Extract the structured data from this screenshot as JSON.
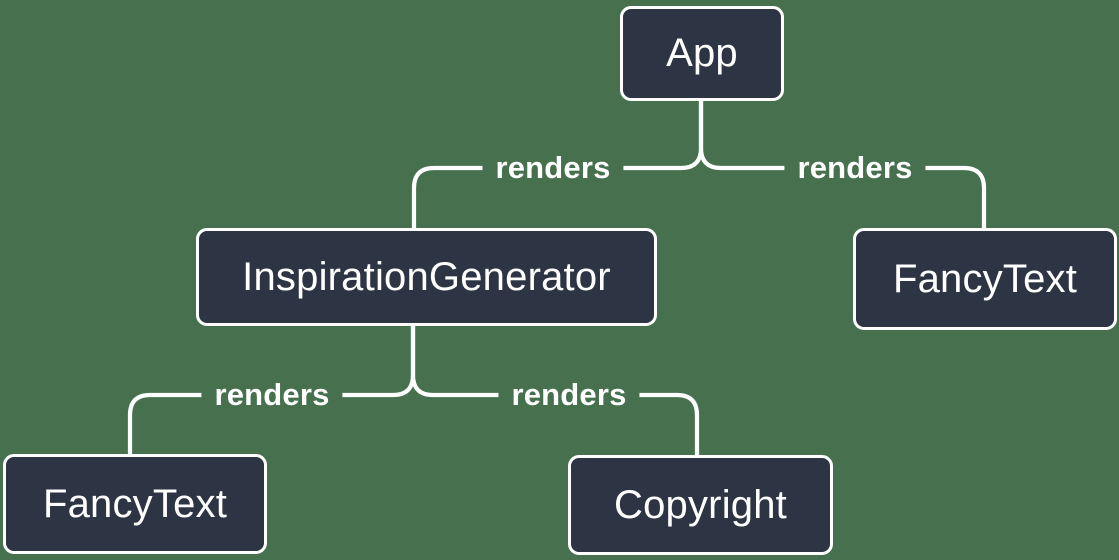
{
  "theme": {
    "bg": "#47714E",
    "node-fill": "#2D3544",
    "node-border": "#FFFFFF",
    "edge": "#FFFFFF",
    "text": "#FFFFFF"
  },
  "diagram": {
    "type": "tree",
    "nodes": [
      {
        "id": "app",
        "label": "App"
      },
      {
        "id": "inspiration-generator",
        "label": "InspirationGenerator"
      },
      {
        "id": "fancy-text-top-right",
        "label": "FancyText"
      },
      {
        "id": "fancy-text-bottom-left",
        "label": "FancyText"
      },
      {
        "id": "copyright",
        "label": "Copyright"
      }
    ],
    "edges": [
      {
        "from": "App",
        "to": "InspirationGenerator",
        "label": "renders"
      },
      {
        "from": "App",
        "to": "FancyText",
        "label": "renders"
      },
      {
        "from": "InspirationGenerator",
        "to": "FancyText",
        "label": "renders"
      },
      {
        "from": "InspirationGenerator",
        "to": "Copyright",
        "label": "renders"
      }
    ]
  }
}
